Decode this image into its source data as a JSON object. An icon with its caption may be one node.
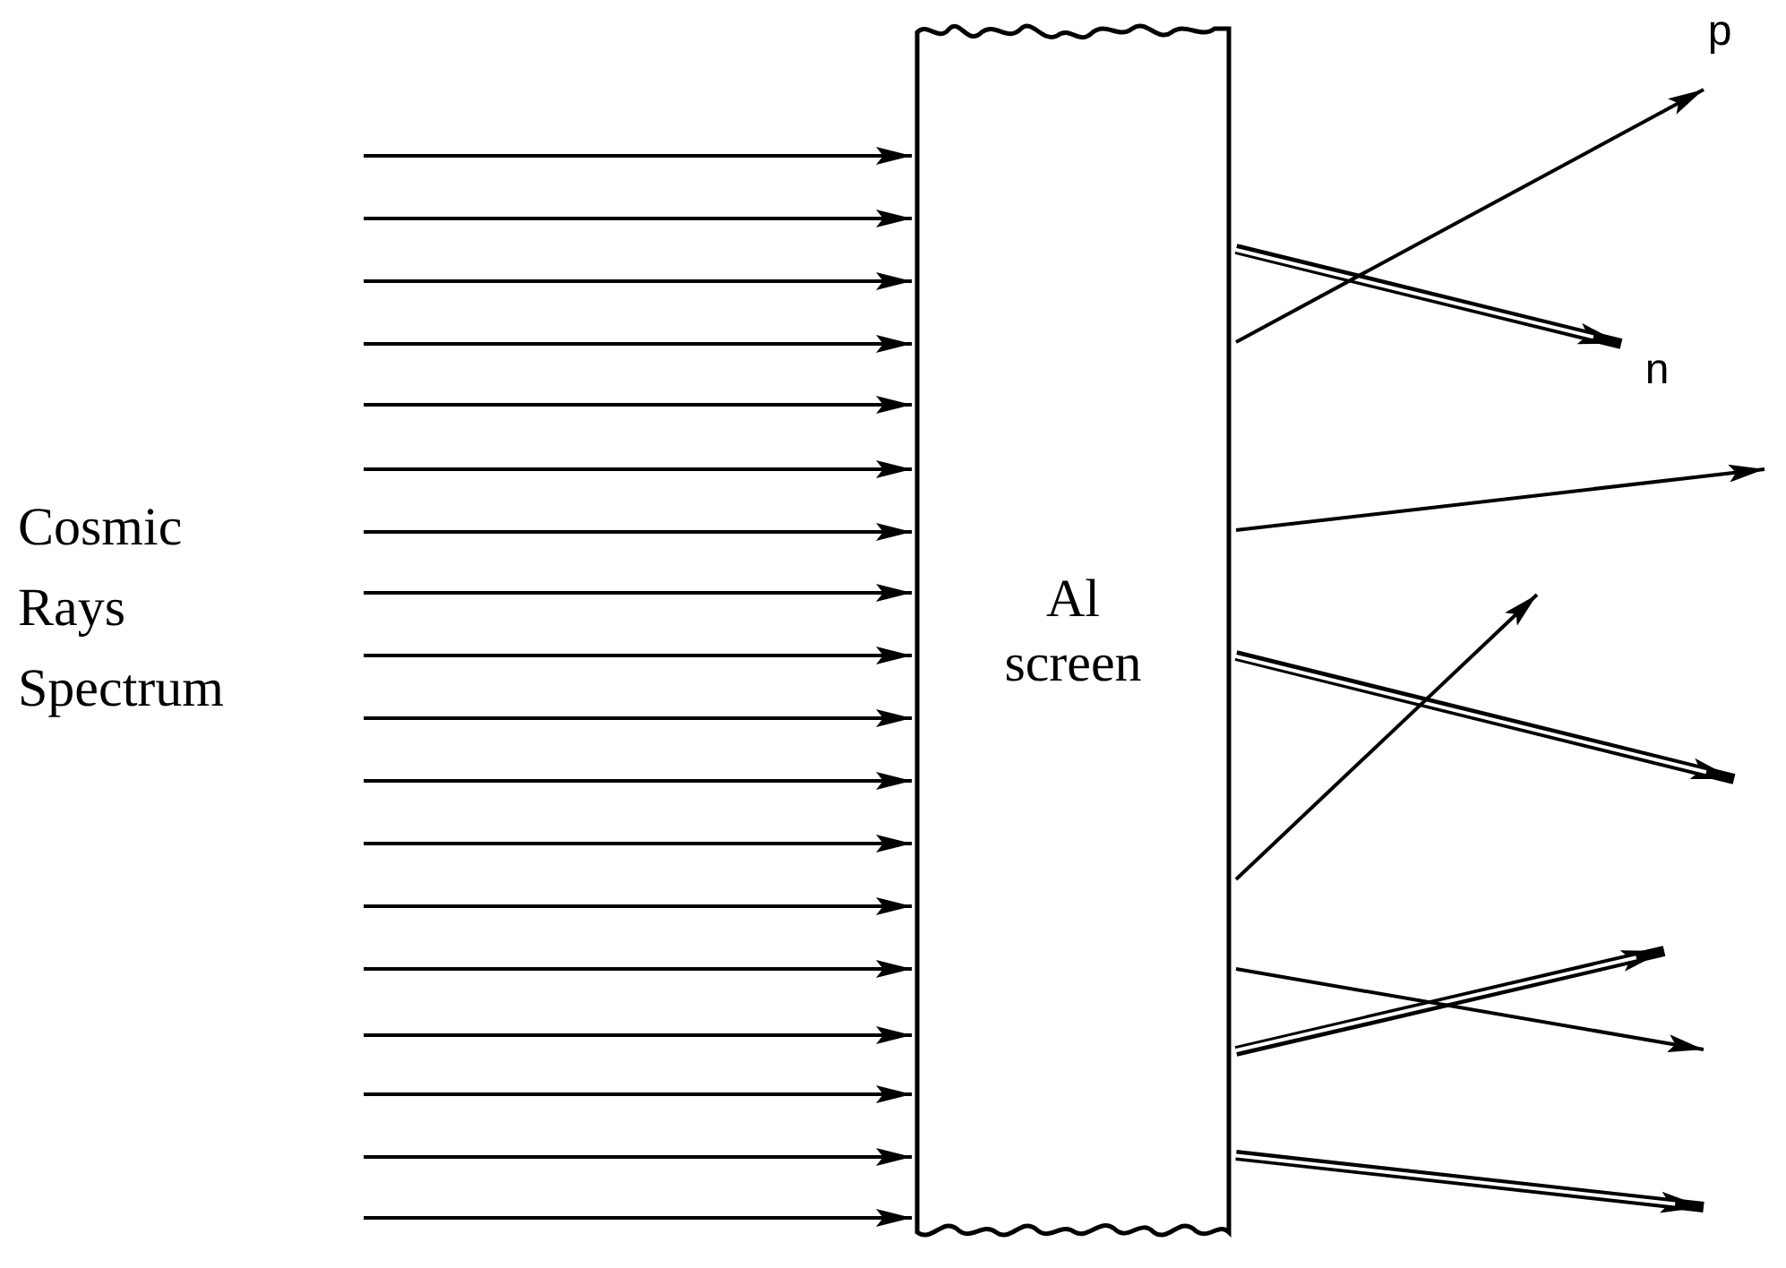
{
  "diagram": {
    "nodes": [
      {
        "text": [
          "Al screen"
        ]
      },
      {
        "text": [
          "p"
        ]
      },
      {
        "text": [
          "n"
        ]
      }
    ],
    "edges": [
      {
        "from": null,
        "to": 0,
        "arrow": "to"
      },
      {
        "from": null,
        "to": 0,
        "arrow": "to"
      },
      {
        "from": null,
        "to": 0,
        "arrow": "to"
      },
      {
        "from": null,
        "to": 0,
        "arrow": "to"
      },
      {
        "from": null,
        "to": 0,
        "arrow": "to"
      },
      {
        "from": null,
        "to": 0,
        "arrow": "to"
      },
      {
        "from": null,
        "to": 0,
        "arrow": "to"
      },
      {
        "from": null,
        "to": 0,
        "arrow": "to"
      },
      {
        "from": null,
        "to": 0,
        "arrow": "to"
      },
      {
        "from": null,
        "to": 0,
        "arrow": "to"
      },
      {
        "from": null,
        "to": 0,
        "arrow": "to"
      },
      {
        "from": null,
        "to": 0,
        "arrow": "to"
      },
      {
        "from": null,
        "to": 0,
        "arrow": "to"
      },
      {
        "from": null,
        "to": 0,
        "arrow": "to"
      },
      {
        "from": null,
        "to": 0,
        "arrow": "to"
      },
      {
        "from": null,
        "to": 0,
        "arrow": "to"
      },
      {
        "from": null,
        "to": 0,
        "arrow": "to"
      },
      {
        "from": null,
        "to": 0,
        "arrow": "to"
      },
      {
        "from": 0,
        "to": 1,
        "arrow": "to"
      },
      {
        "from": 0,
        "to": 2,
        "arrow": "to",
        "style": "thick"
      },
      {
        "from": 0,
        "to": null,
        "arrow": "to"
      },
      {
        "from": 0,
        "to": null,
        "arrow": "to"
      },
      {
        "from": 0,
        "to": null,
        "arrow": "to",
        "style": "thick"
      },
      {
        "from": 0,
        "to": null,
        "arrow": "to",
        "style": "thick"
      },
      {
        "from": 0,
        "to": null,
        "arrow": "to"
      },
      {
        "from": 0,
        "to": null,
        "arrow": "to",
        "style": "thick"
      }
    ],
    "labels": [
      "Cosmic Rays Spectrum"
    ]
  }
}
